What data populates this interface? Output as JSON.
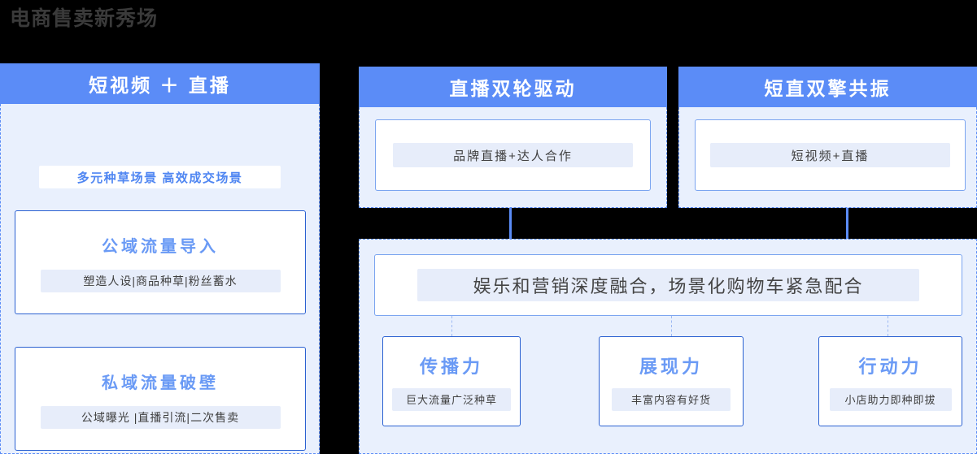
{
  "page": {
    "title": "电商售卖新秀场",
    "background_color": "#000000",
    "accent_color": "#5b8cf7",
    "panel_body_color": "#e9f0fd",
    "card_title_color": "#6a9af5",
    "sub_chip_color": "#e7edfa"
  },
  "panels": {
    "left": {
      "header": "短视频 ＋ 直播",
      "pill": "多元种草场景  高效成交场景",
      "cards": [
        {
          "title": "公域流量导入",
          "sub": "塑造人设|商品种草|粉丝蓄水"
        },
        {
          "title": "私域流量破壁",
          "sub": "公域曝光 |直播引流|二次售卖"
        }
      ]
    },
    "middle": {
      "header": "直播双轮驱动",
      "card_sub": "品牌直播+达人合作"
    },
    "right": {
      "header": "短直双擎共振",
      "card_sub": "短视频+直播"
    },
    "bottom": {
      "banner": "娱乐和营销深度融合，场景化购物车紧急配合",
      "cards": [
        {
          "title": "传播力",
          "sub": "巨大流量广泛种草"
        },
        {
          "title": "展现力",
          "sub": "丰富内容有好货"
        },
        {
          "title": "行动力",
          "sub": "小店助力即种即拔"
        }
      ]
    }
  }
}
